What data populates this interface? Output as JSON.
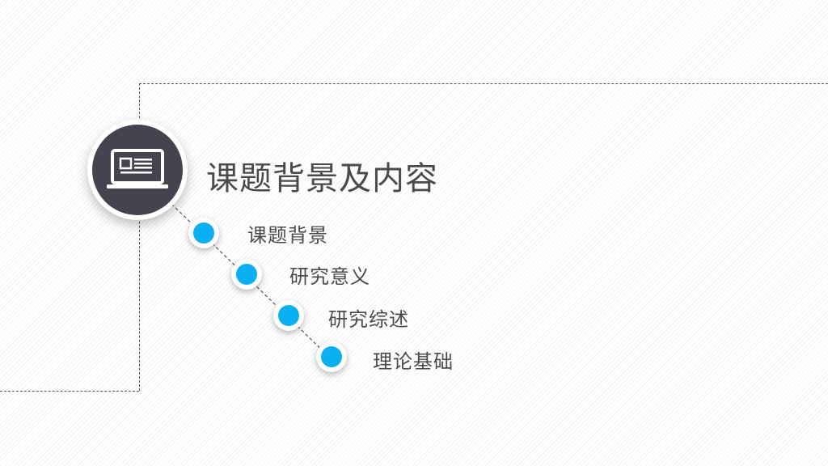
{
  "slide": {
    "title": "课题背景及内容",
    "items": [
      {
        "label": "课题背景"
      },
      {
        "label": "研究意义"
      },
      {
        "label": "研究综述"
      },
      {
        "label": "理论基础"
      }
    ]
  },
  "icons": {
    "main": "presentation-screen-icon"
  },
  "colors": {
    "icon_circle": "#45434f",
    "dot_accent": "#0bb0f2",
    "text": "#4a4a4a",
    "dash_line": "#555555"
  }
}
